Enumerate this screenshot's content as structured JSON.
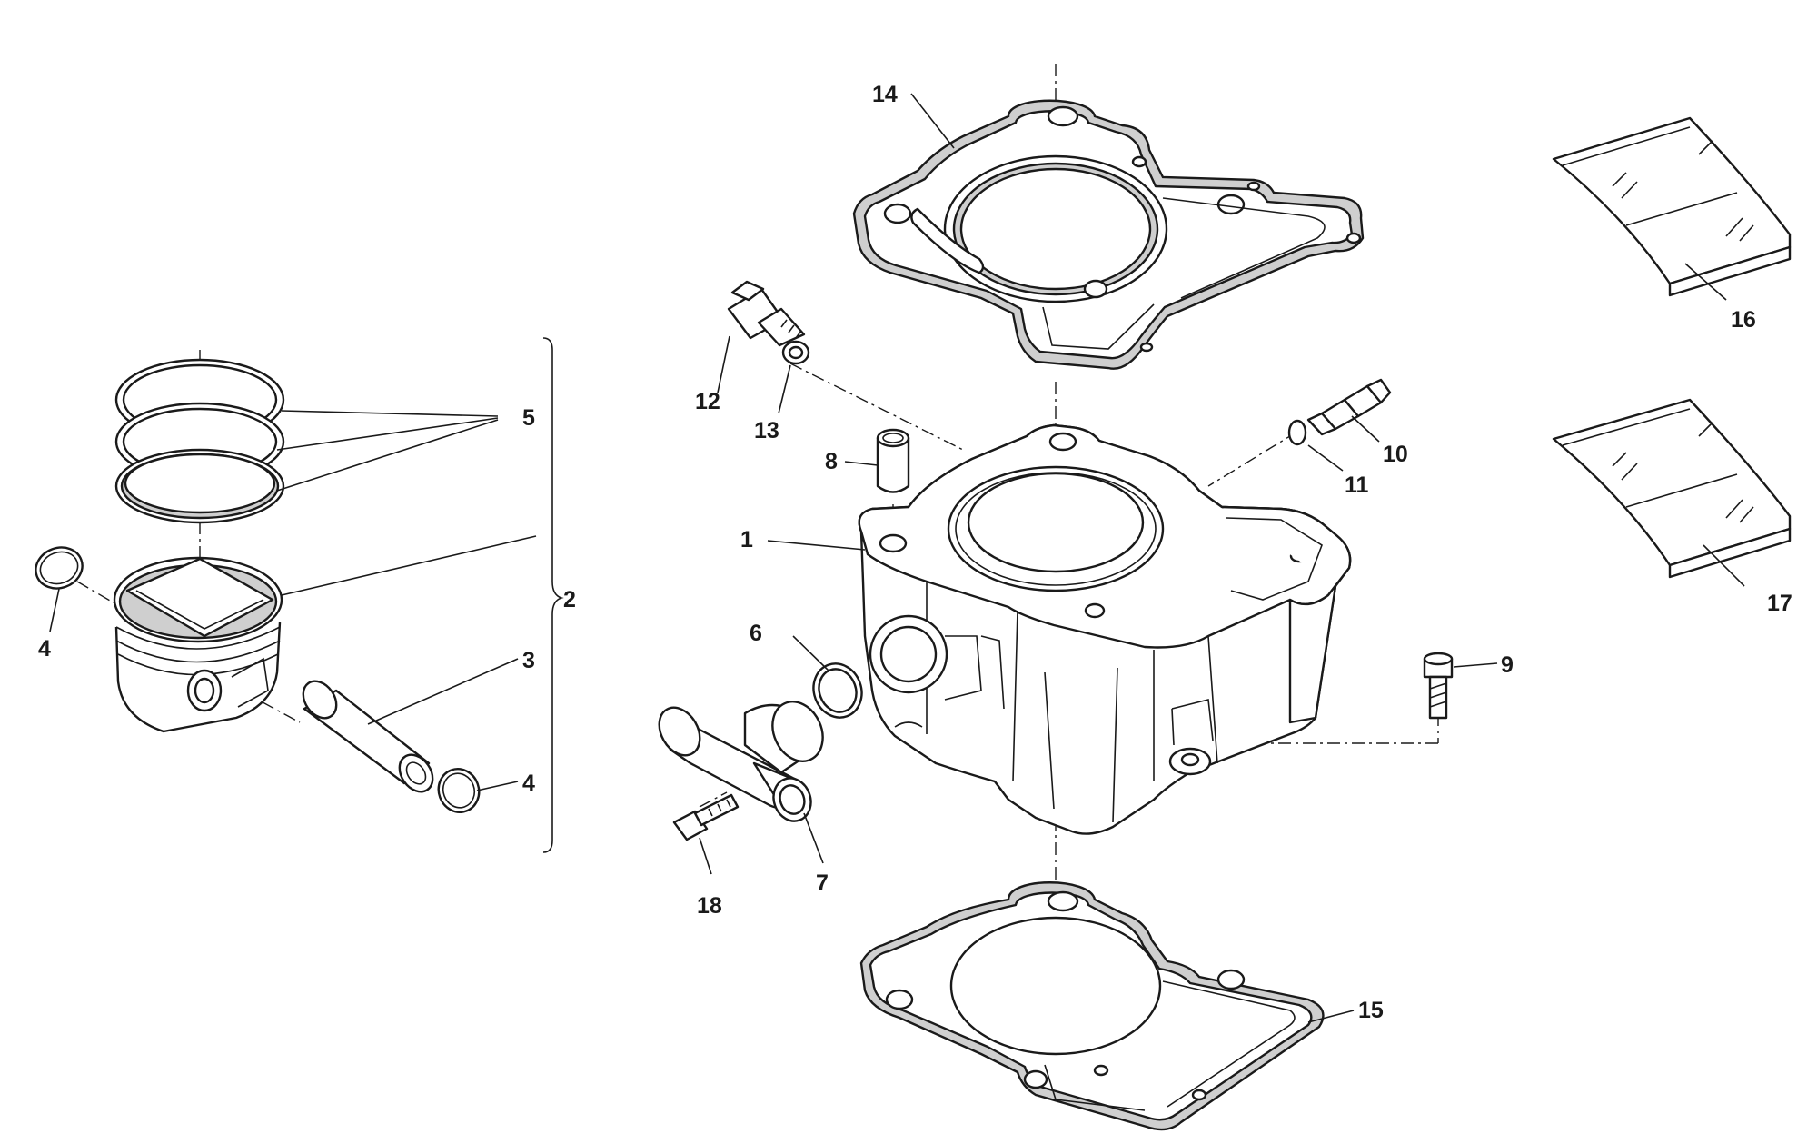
{
  "diagram": {
    "callouts": {
      "c1": "1",
      "c2": "2",
      "c3": "3",
      "c4a": "4",
      "c4b": "4",
      "c5": "5",
      "c6": "6",
      "c7": "7",
      "c8": "8",
      "c9": "9",
      "c10": "10",
      "c11": "11",
      "c12": "12",
      "c13": "13",
      "c14": "14",
      "c15": "15",
      "c16": "16",
      "c17": "17",
      "c18": "18"
    }
  }
}
